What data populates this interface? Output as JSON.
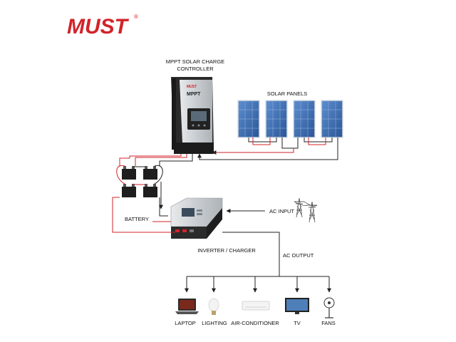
{
  "brand": {
    "logo": "MUST",
    "registered": "®",
    "color": "#d2232a"
  },
  "labels": {
    "controller": [
      "MPPT SOLAR CHARGE",
      "CONTROLLER"
    ],
    "solar_panels": "SOLAR PANELS",
    "battery": "BATTERY",
    "inverter": "INVERTER / CHARGER",
    "ac_input": "AC INPUT",
    "ac_output": "AC OUTPUT"
  },
  "controller_face": {
    "brand": "MUST",
    "model": "MPPT"
  },
  "loads": [
    {
      "label": "LAPTOP",
      "icon": "laptop-icon"
    },
    {
      "label": "LIGHTING",
      "icon": "light-bulb-icon"
    },
    {
      "label": "AIR-CONDITIONER",
      "icon": "air-conditioner-icon"
    },
    {
      "label": "TV",
      "icon": "tv-icon"
    },
    {
      "label": "FANS",
      "icon": "fan-icon"
    }
  ],
  "colors": {
    "wire_positive": "#d2232a",
    "wire_negative": "#222222",
    "panel_blue": "#3a6fb5",
    "device_dark": "#2b2b2b",
    "device_silver": "#cfd3d6"
  }
}
